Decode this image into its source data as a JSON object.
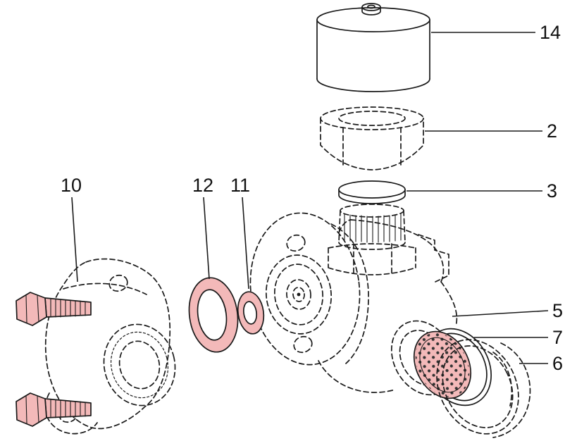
{
  "figure": {
    "type": "exploded-parts-diagram",
    "highlight_color": "#f3b9b9",
    "line_color": "#1a1a1a",
    "background_color": "#ffffff"
  },
  "parts": {
    "p14": {
      "label": "14"
    },
    "p2": {
      "label": "2"
    },
    "p3": {
      "label": "3"
    },
    "p10": {
      "label": "10"
    },
    "p12": {
      "label": "12"
    },
    "p11": {
      "label": "11"
    },
    "p5": {
      "label": "5"
    },
    "p7": {
      "label": "7"
    },
    "p6": {
      "label": "6"
    }
  }
}
